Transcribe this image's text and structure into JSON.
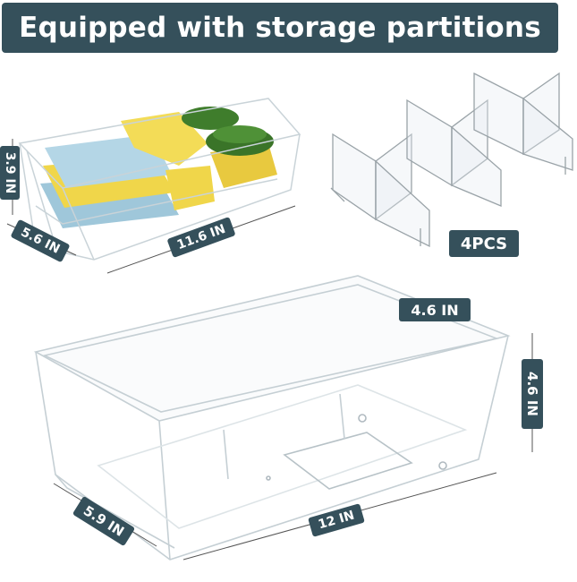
{
  "banner": {
    "title": "Equipped with storage partitions"
  },
  "small_box": {
    "height_label": "3.9 IN",
    "width_label": "5.6 IN",
    "length_label": "11.6 IN"
  },
  "dividers": {
    "count_label": "4PCS"
  },
  "large_box": {
    "top_label": "4.6 IN",
    "height_label": "4.6 IN",
    "width_label": "5.9 IN",
    "length_label": "12 IN"
  },
  "colors": {
    "label_bg": "#35505b",
    "sponge_blue": "#a9cfe0",
    "sponge_yellow": "#f2d84e",
    "sponge_green": "#3d7a2a"
  }
}
